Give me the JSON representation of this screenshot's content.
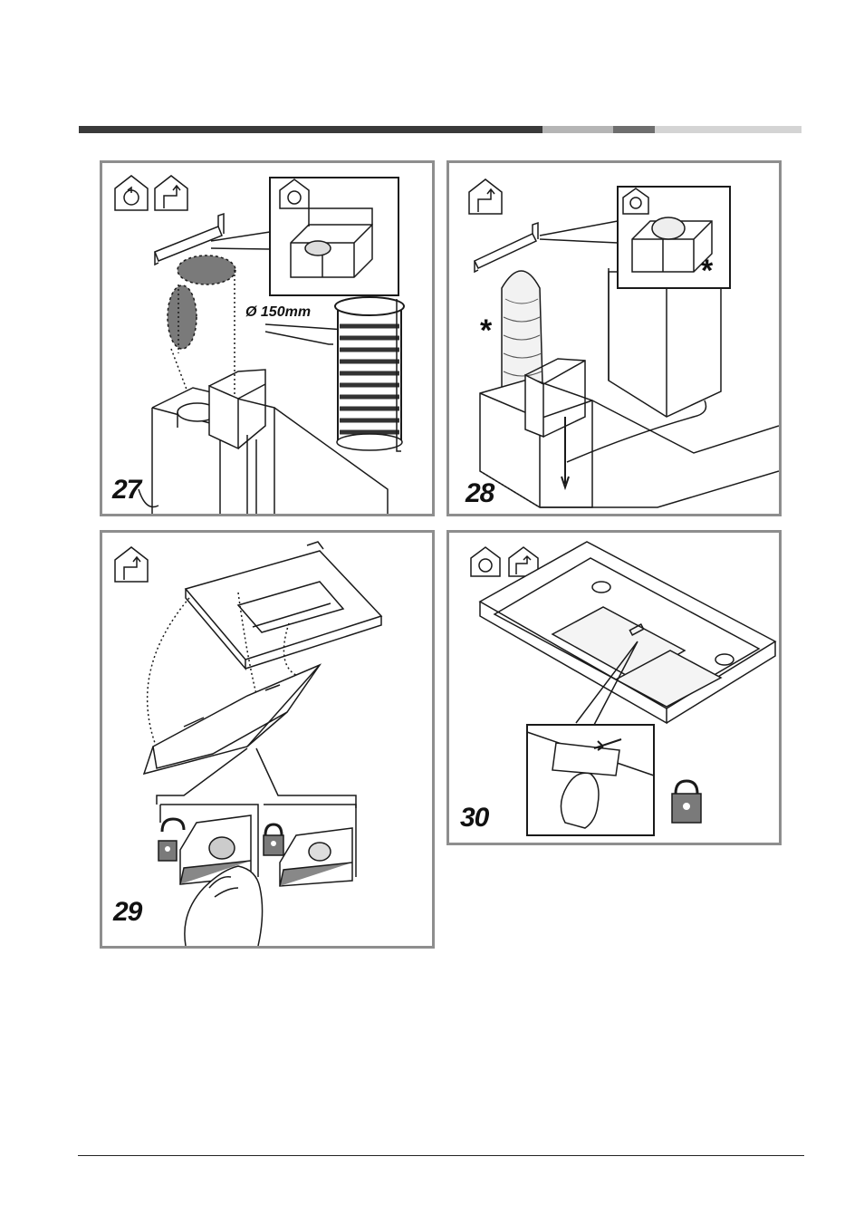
{
  "header_bar": {
    "colors": {
      "dark": "#3a3a3a",
      "light": "#b5b5b5",
      "mid": "#6e6e6e",
      "pale": "#d4d4d4"
    }
  },
  "figures": [
    {
      "number": "27",
      "dimension_label": "Ø 150mm",
      "icons": [
        "recirculation-icon",
        "extraction-icon"
      ]
    },
    {
      "number": "28",
      "asterisk": "*",
      "icons": [
        "extraction-icon"
      ]
    },
    {
      "number": "29",
      "icons": [
        "extraction-icon",
        "unlock-padlock-icon",
        "lock-padlock-icon"
      ]
    },
    {
      "number": "30",
      "icons": [
        "recirculation-icon",
        "extraction-icon",
        "lock-padlock-icon"
      ]
    }
  ],
  "colors": {
    "panel_border": "#8e8e8e",
    "filter_grey": "#7a7a7a",
    "line": "#1a1a1a"
  }
}
